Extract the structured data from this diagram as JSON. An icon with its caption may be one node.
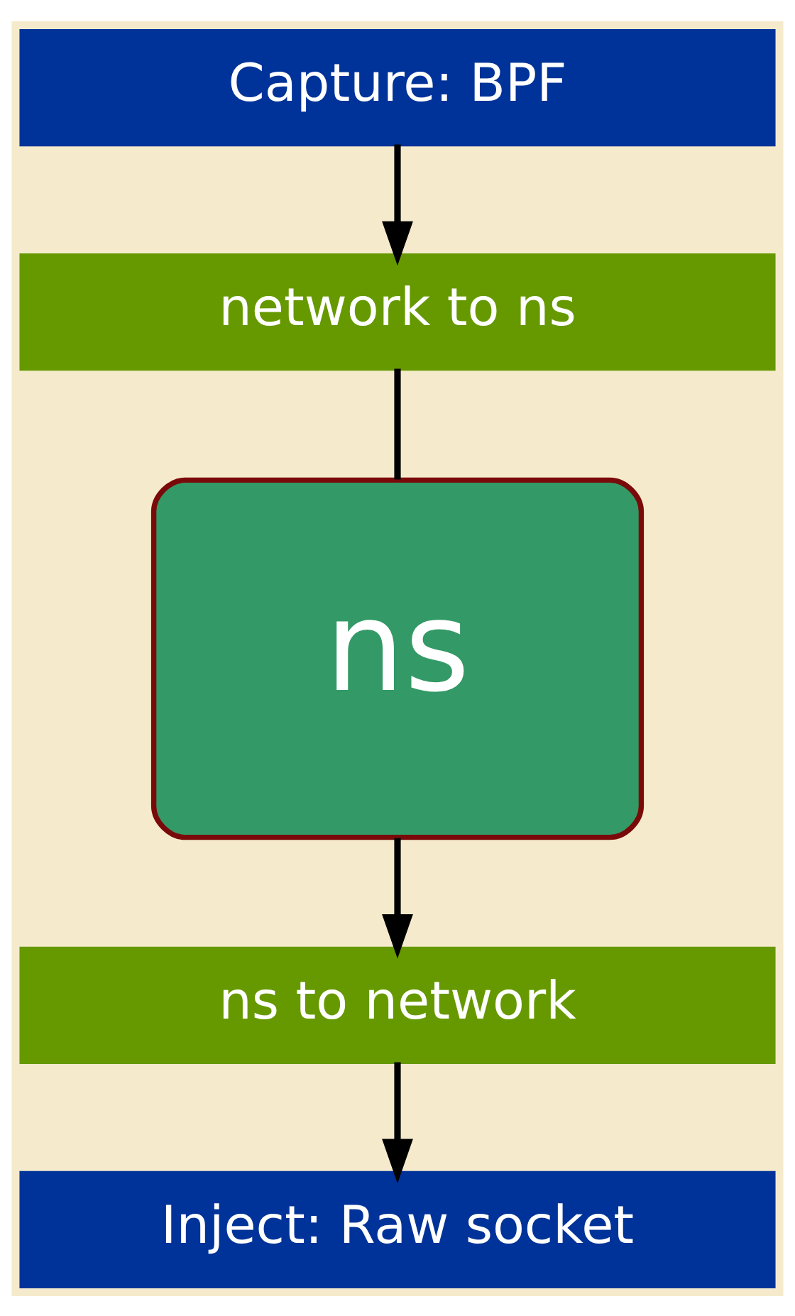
{
  "diagram": {
    "nodes": [
      {
        "text": [
          "Capture: BPF"
        ]
      },
      {
        "text": [
          "network to ns"
        ]
      },
      {
        "text": [
          "ns"
        ]
      },
      {
        "text": [
          "ns to network"
        ]
      },
      {
        "text": [
          "Inject: Raw socket"
        ]
      }
    ],
    "edges": [
      {
        "from": 0,
        "to": 1,
        "arrow": "to"
      },
      {
        "from": 1,
        "to": 2,
        "arrow": "none"
      },
      {
        "from": 2,
        "to": 3,
        "arrow": "to"
      },
      {
        "from": 3,
        "to": 4,
        "arrow": "to"
      }
    ]
  }
}
